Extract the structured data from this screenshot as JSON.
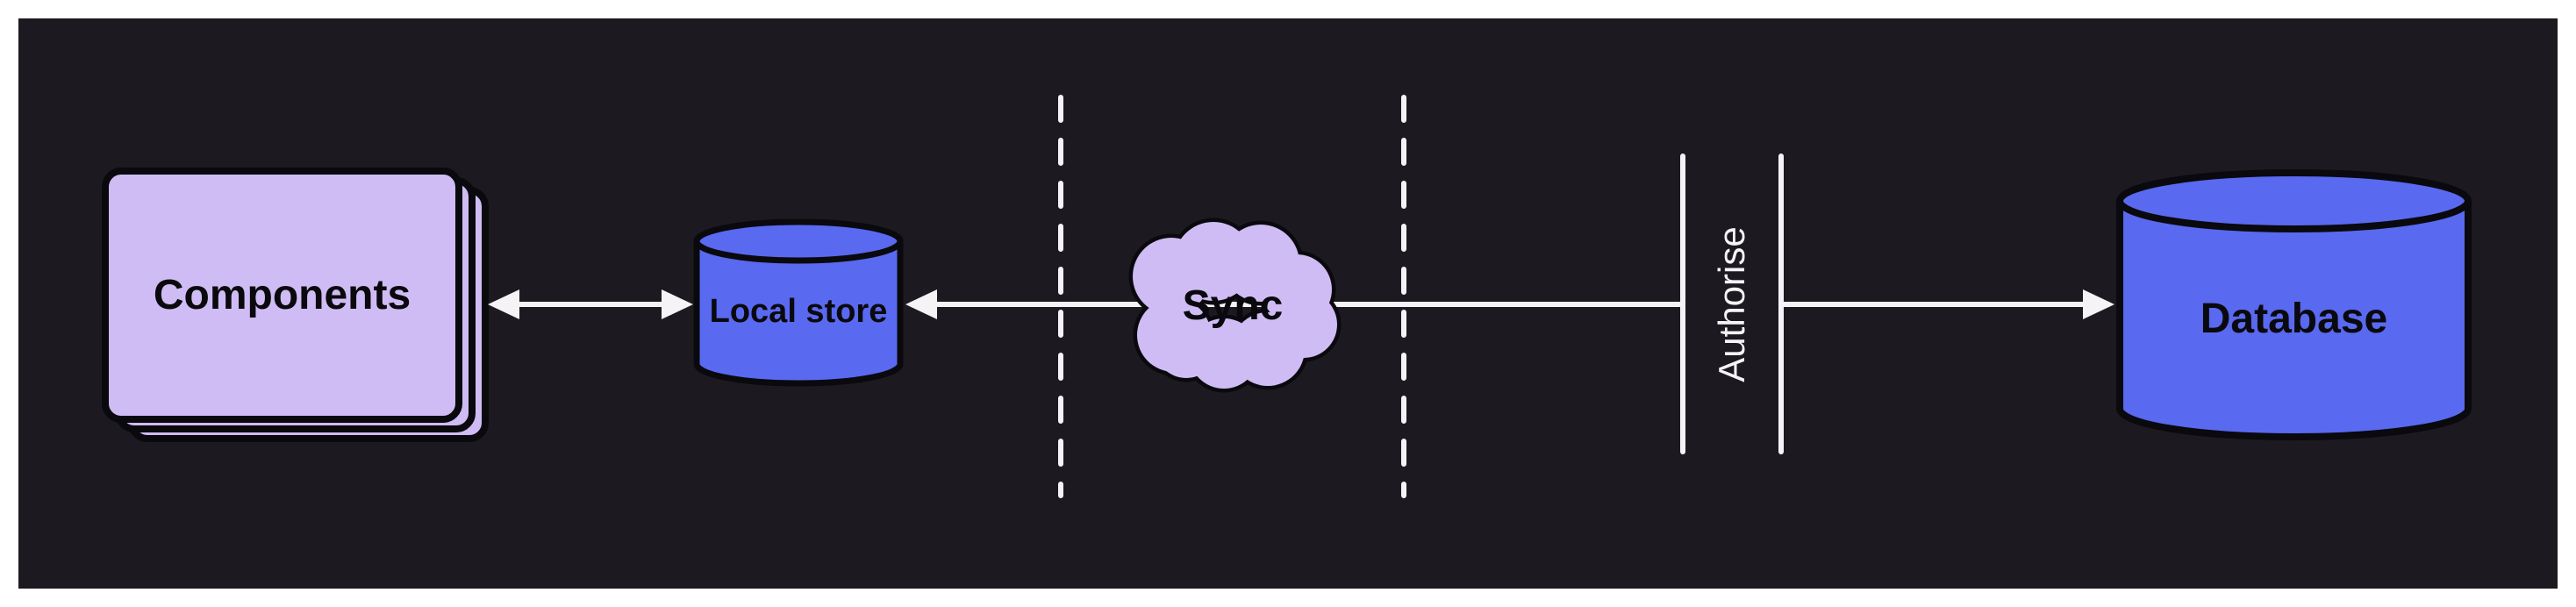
{
  "diagram": {
    "nodes": {
      "components": {
        "label": "Components"
      },
      "local_store": {
        "label": "Local store"
      },
      "sync": {
        "label": "Sync"
      },
      "authorise": {
        "label": "Authorise"
      },
      "database": {
        "label": "Database"
      }
    },
    "colors": {
      "page_bg": "#ffffff",
      "canvas_bg": "#1c1a20",
      "node_lavender": "#cfbcf4",
      "node_blue": "#5969f0",
      "outline": "#0a090d",
      "line_white": "#f5f3f6",
      "label_dark": "#0a090d",
      "label_light": "#f5f3f6"
    }
  }
}
